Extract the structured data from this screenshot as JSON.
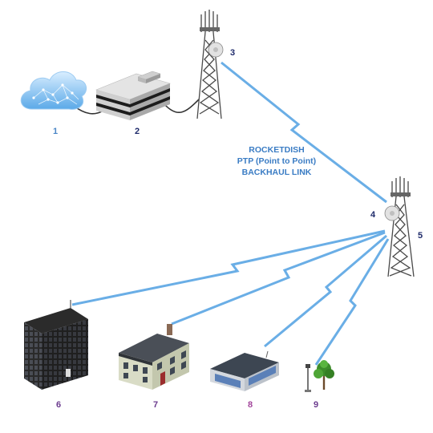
{
  "colors": {
    "link": "#6aaee6",
    "label_blue": "#4b86c6",
    "label_navy": "#1f2b6b",
    "label_purple": "#6b3b8e",
    "label_magenta": "#a2459b",
    "link_text": "#3a7cc4"
  },
  "link_label": {
    "line1": "ROCKETDISH",
    "line2": "PTP (Point to Point)",
    "line3": "BACKHAUL LINK"
  },
  "nodes": [
    {
      "id": "1",
      "label": "1",
      "icon": "cloud-icon"
    },
    {
      "id": "2",
      "label": "2",
      "icon": "data-center-icon"
    },
    {
      "id": "3",
      "label": "3",
      "icon": "tower-icon"
    },
    {
      "id": "4",
      "label": "4",
      "icon": "dish-antenna-icon"
    },
    {
      "id": "5",
      "label": "5",
      "icon": "tower-icon"
    },
    {
      "id": "6",
      "label": "6",
      "icon": "office-building-icon"
    },
    {
      "id": "7",
      "label": "7",
      "icon": "house-icon"
    },
    {
      "id": "8",
      "label": "8",
      "icon": "shop-icon"
    },
    {
      "id": "9",
      "label": "9",
      "icon": "lamp-tree-icon"
    }
  ]
}
